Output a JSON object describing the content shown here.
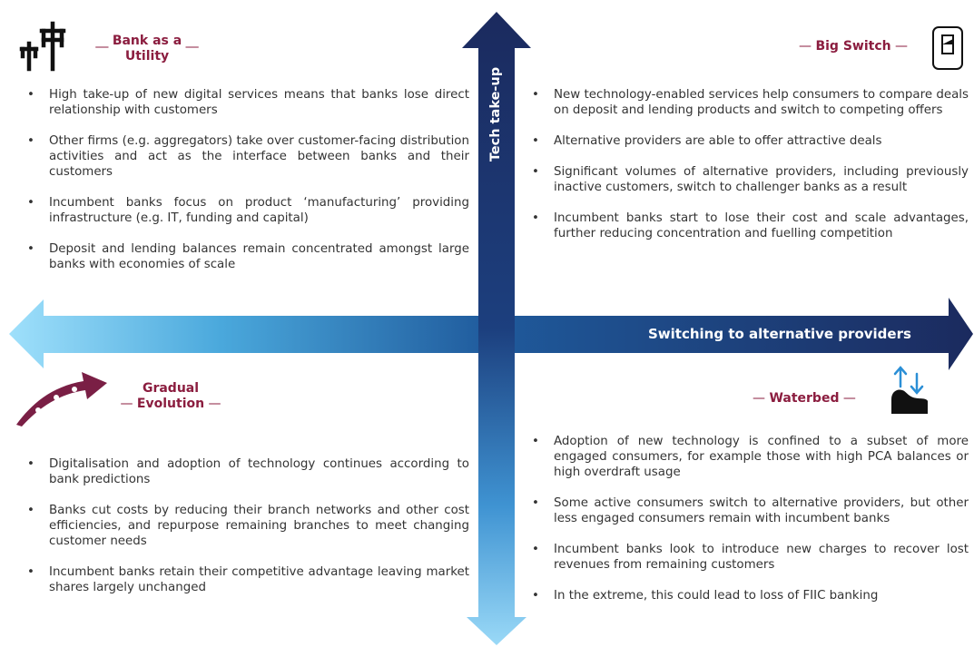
{
  "axes": {
    "vertical_label": "Tech take-up",
    "horizontal_label": "Switching to alternative providers"
  },
  "quadrants": {
    "top_left": {
      "title_line1": "Bank as a",
      "title_line2": "Utility",
      "icon": "utility-pylon-icon",
      "bullets": [
        "High take-up of new digital services means that banks lose direct relationship with customers",
        "Other firms (e.g. aggregators) take over customer-facing distribution activities and act as the interface between banks and their customers",
        "Incumbent banks focus on product ‘manufacturing’ providing infrastructure (e.g. IT, funding and capital)",
        "Deposit and lending balances remain concentrated amongst large banks with economies of scale"
      ]
    },
    "top_right": {
      "title": "Big Switch",
      "icon": "switch-icon",
      "bullets": [
        "New technology-enabled services help consumers to compare deals on deposit and lending products and switch to competing offers",
        "Alternative providers are able to offer attractive deals",
        "Significant volumes of alternative providers, including previously inactive customers, switch to challenger banks as a result",
        "Incumbent banks start to lose their cost and scale advantages, further reducing concentration and fuelling competition"
      ]
    },
    "bottom_left": {
      "title_line1": "Gradual",
      "title_line2": "Evolution",
      "icon": "rising-arrow-icon",
      "bullets": [
        "Digitalisation and adoption of technology continues according to bank predictions",
        "Banks cut costs by reducing their branch networks and other cost efficiencies, and repurpose remaining branches to meet changing customer needs",
        "Incumbent banks retain their competitive advantage leaving market shares largely unchanged"
      ]
    },
    "bottom_right": {
      "title": "Waterbed",
      "icon": "waterbed-icon",
      "bullets": [
        "Adoption of new technology is confined to a subset of more engaged consumers, for example those with high PCA balances or high overdraft usage",
        "Some active consumers switch to alternative providers, but other less engaged consumers remain with incumbent banks",
        "Incumbent banks look to introduce new charges to recover lost revenues from remaining customers",
        "In the extreme, this could lead to loss of FIIC banking"
      ]
    }
  },
  "colors": {
    "title": "#8b1d3f",
    "arrow_dark": "#1b2a5e",
    "arrow_light": "#86d3f5",
    "accent_blue": "#2b8fd6"
  }
}
